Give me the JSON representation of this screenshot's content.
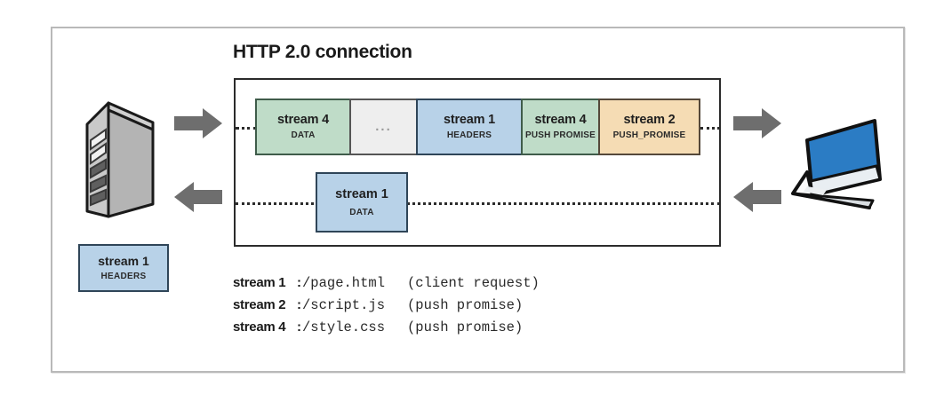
{
  "figure": {
    "title": "HTTP 2.0 connection",
    "endpoints": {
      "server": "server-icon",
      "client": "laptop-icon"
    },
    "arrows": {
      "server_outbound": "arrow-right-icon",
      "server_inbound": "arrow-left-icon",
      "client_inbound": "arrow-right-icon",
      "client_outbound": "arrow-left-icon"
    }
  },
  "connection": {
    "top_row": [
      {
        "stream": "stream 4",
        "frame_type": "DATA",
        "color": "#bfdcc8",
        "fill": "fill-green",
        "width": 108
      },
      {
        "stream": "...",
        "frame_type": "",
        "color": "#eeeeee",
        "fill": "fill-gray",
        "width": 77
      },
      {
        "stream": "stream 1",
        "frame_type": "HEADERS",
        "color": "#b8d2e8",
        "fill": "fill-blue",
        "width": 120
      },
      {
        "stream": "stream 4",
        "frame_type": "PUSH PROMISE",
        "color": "#bfdcc8",
        "fill": "fill-green",
        "width": 89
      },
      {
        "stream": "stream 2",
        "frame_type": "PUSH_PROMISE",
        "color": "#f5dcb4",
        "fill": "fill-orange",
        "width": 115
      }
    ],
    "bottom_row": {
      "stream": "stream 1",
      "frame_type": "DATA",
      "color": "#b8d2e8"
    }
  },
  "client_frame": {
    "stream": "stream 1",
    "frame_type": "HEADERS",
    "color": "#b8d2e8"
  },
  "legend": {
    "rows": [
      {
        "stream": "stream 1",
        "colon": ":",
        "path": "/page.html",
        "note": "(client request)"
      },
      {
        "stream": "stream 2",
        "colon": ":",
        "path": "/script.js",
        "note": "(push promise)"
      },
      {
        "stream": "stream 4",
        "colon": ":",
        "path": "/style.css",
        "note": "(push promise)"
      }
    ]
  },
  "colors": {
    "green": "#bfdcc8",
    "blue": "#b8d2e8",
    "orange": "#f5dcb4",
    "gray": "#eeeeee",
    "arrow": "#6e6e6e",
    "frame_border": "#2b2b2b",
    "outer_border": "#b9b9b9"
  }
}
